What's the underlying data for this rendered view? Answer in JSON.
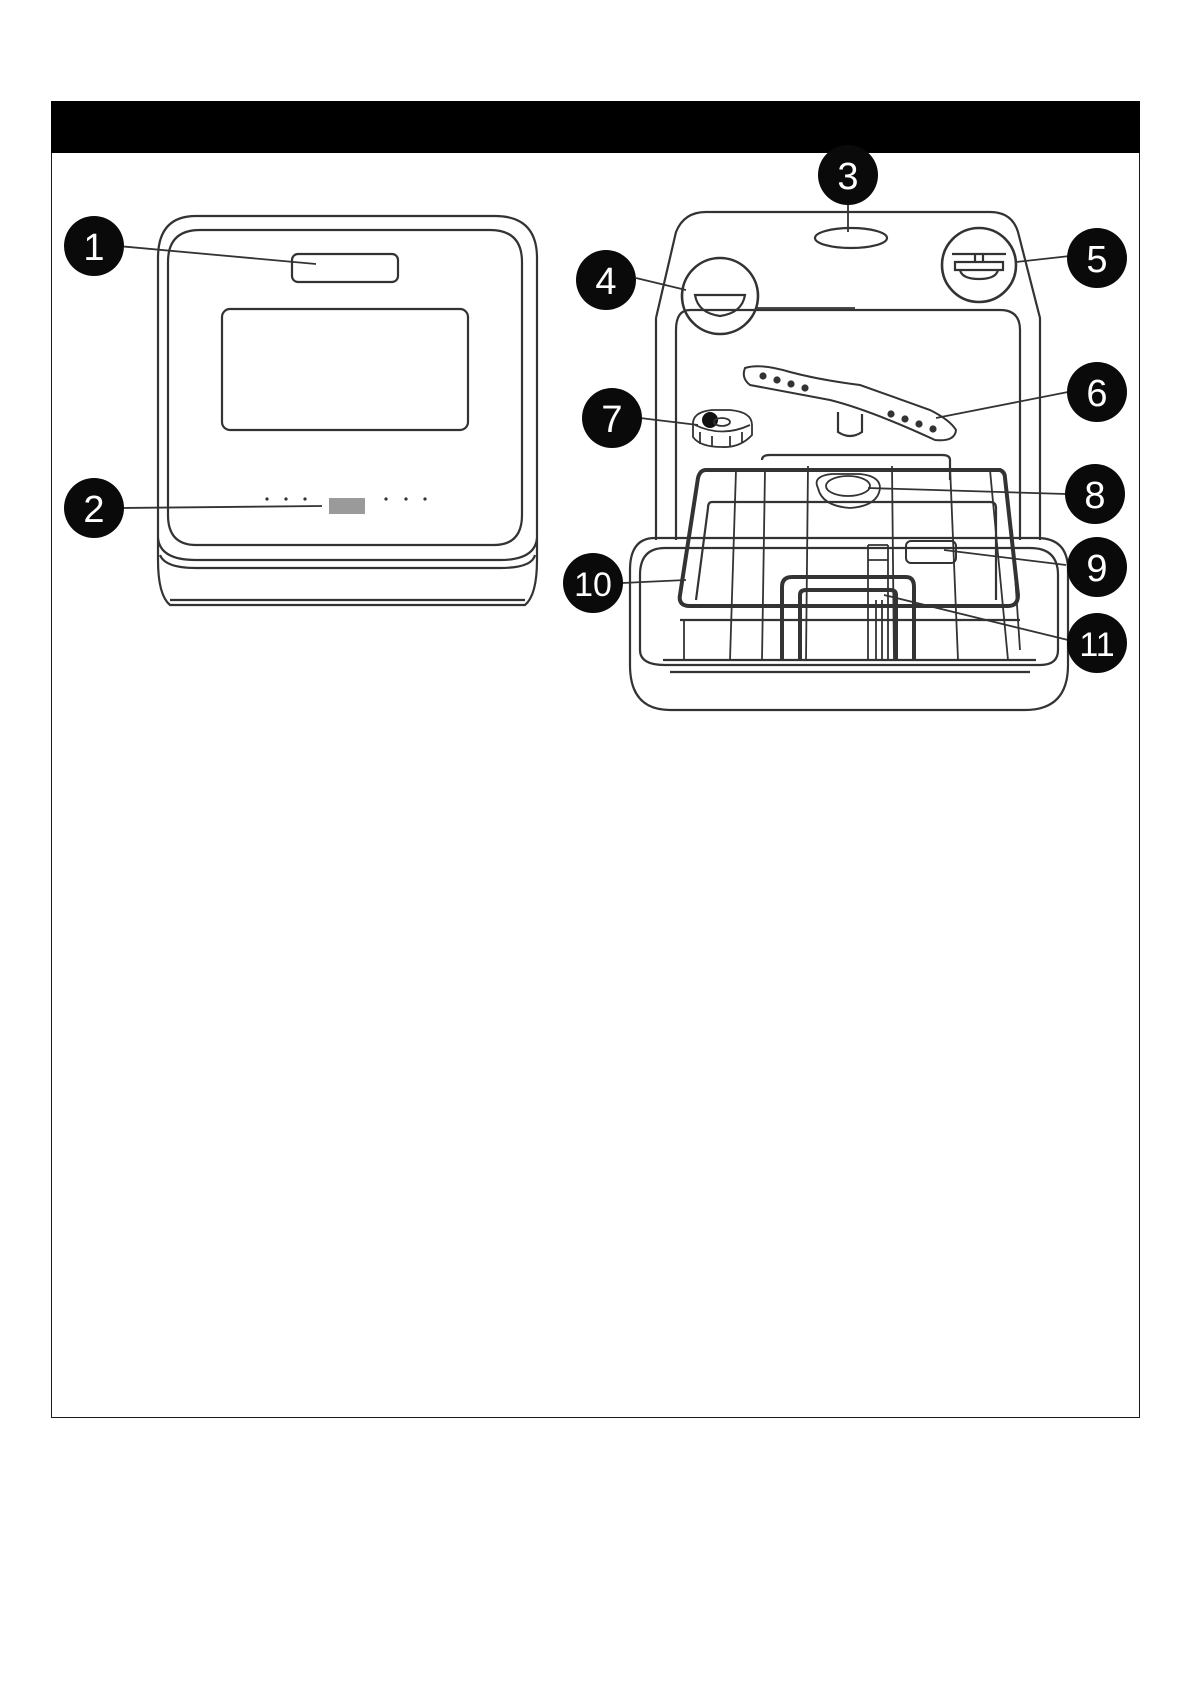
{
  "header": {
    "bar_color": "#000000"
  },
  "callouts": [
    {
      "id": "1",
      "label": "1"
    },
    {
      "id": "2",
      "label": "2"
    },
    {
      "id": "3",
      "label": "3"
    },
    {
      "id": "4",
      "label": "4"
    },
    {
      "id": "5",
      "label": "5"
    },
    {
      "id": "6",
      "label": "6"
    },
    {
      "id": "7",
      "label": "7"
    },
    {
      "id": "8",
      "label": "8"
    },
    {
      "id": "9",
      "label": "9"
    },
    {
      "id": "10",
      "label": "10"
    },
    {
      "id": "11",
      "label": "11"
    }
  ],
  "colors": {
    "line": "#333333",
    "callout_fill": "#0a0a0a",
    "panel_grey": "#9a9a9a"
  }
}
